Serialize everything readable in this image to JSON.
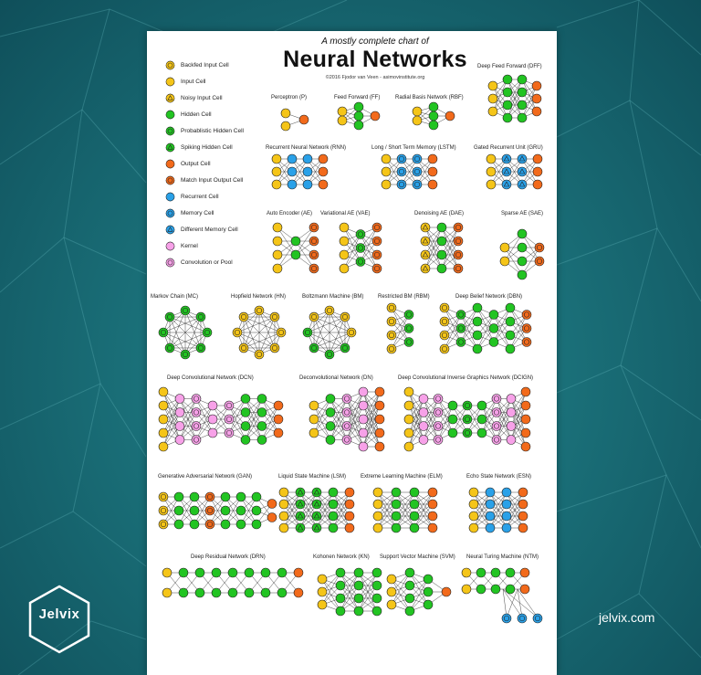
{
  "poster": {
    "subtitle": "A mostly complete chart of",
    "title": "Neural Networks",
    "credit": "©2016 Fjodor van Veen - asimovinstitute.org"
  },
  "legend": [
    {
      "label": "Backfed Input Cell",
      "kind": "backfed-input"
    },
    {
      "label": "Input Cell",
      "kind": "input"
    },
    {
      "label": "Noisy Input Cell",
      "kind": "noisy-input"
    },
    {
      "label": "Hidden Cell",
      "kind": "hidden"
    },
    {
      "label": "Probablistic Hidden Cell",
      "kind": "prob-hidden"
    },
    {
      "label": "Spiking Hidden Cell",
      "kind": "spiking-hidden"
    },
    {
      "label": "Output Cell",
      "kind": "output"
    },
    {
      "label": "Match Input Output Cell",
      "kind": "match-io"
    },
    {
      "label": "Recurrent Cell",
      "kind": "recurrent"
    },
    {
      "label": "Memory Cell",
      "kind": "memory"
    },
    {
      "label": "Different Memory Cell",
      "kind": "diff-memory"
    },
    {
      "label": "Kernel",
      "kind": "kernel"
    },
    {
      "label": "Convolution or Pool",
      "kind": "conv"
    }
  ],
  "colors": {
    "input": "#f5c518",
    "hidden": "#22c422",
    "output": "#f26a1b",
    "recurrent": "#2aa1e8",
    "kernel": "#f7a1e8",
    "edge": "#333333"
  },
  "networks": {
    "perceptron": "Perceptron (P)",
    "ff": "Feed Forward (FF)",
    "rbf": "Radial Basis Network (RBF)",
    "dff": "Deep Feed Forward (DFF)",
    "rnn": "Recurrent Neural Network (RNN)",
    "lstm": "Long / Short Term Memory (LSTM)",
    "gru": "Gated Recurrent Unit (GRU)",
    "ae": "Auto Encoder (AE)",
    "vae": "Variational AE (VAE)",
    "dae": "Denoising AE (DAE)",
    "sae": "Sparse AE (SAE)",
    "mc": "Markov Chain (MC)",
    "hn": "Hopfield Network (HN)",
    "bm": "Boltzmann Machine (BM)",
    "rbm": "Restricted BM (RBM)",
    "dbn": "Deep Belief Network (DBN)",
    "dcn": "Deep Convolutional Network (DCN)",
    "dn": "Deconvolutional Network (DN)",
    "dcign": "Deep Convolutional Inverse Graphics Network (DCIGN)",
    "gan": "Generative Adversarial Network (GAN)",
    "lsm": "Liquid State Machine (LSM)",
    "elm": "Extreme Learning Machine (ELM)",
    "esn": "Echo State Network (ESN)",
    "drn": "Deep Residual Network (DRN)",
    "kn": "Kohonen Network (KN)",
    "svm": "Support Vector Machine (SVM)",
    "ntm": "Neural Turing Machine (NTM)"
  },
  "brand": {
    "logo_text": "Jelvix",
    "url": "jelvix.com"
  }
}
